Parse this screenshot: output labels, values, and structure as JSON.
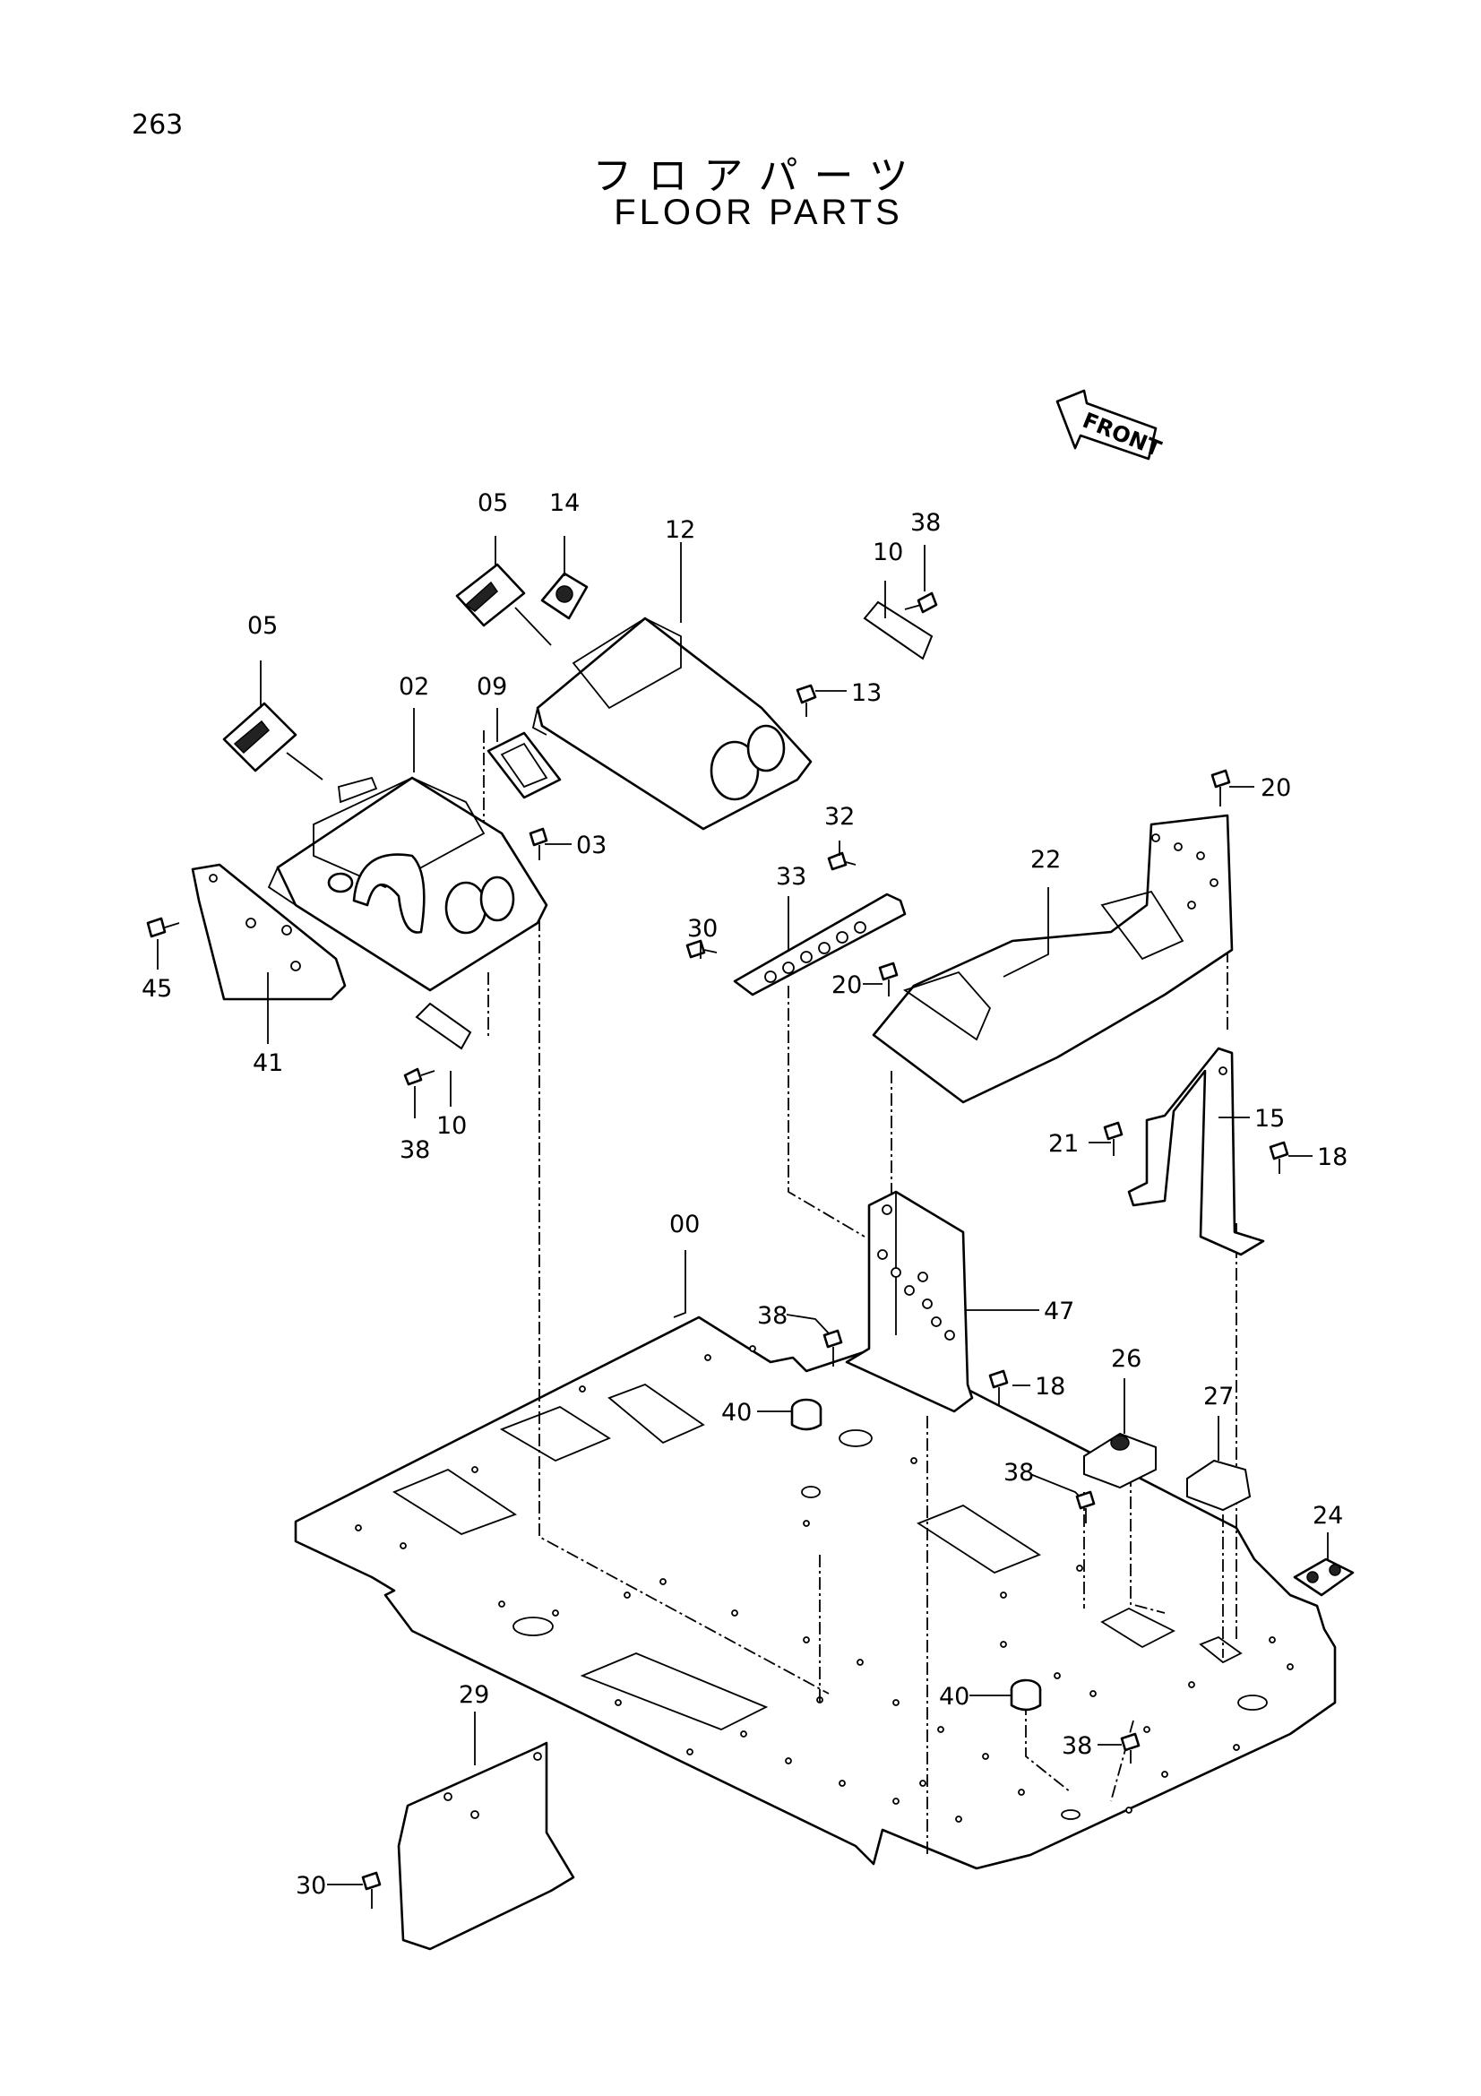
{
  "page_number": "263",
  "title_jp": "フロアパーツ",
  "title_en": "FLOOR PARTS",
  "front_label": "FRONT",
  "callouts": {
    "c05a": "05",
    "c14": "14",
    "c12": "12",
    "c38a": "38",
    "c10a": "10",
    "c13": "13",
    "c05b": "05",
    "c02": "02",
    "c09": "09",
    "c03": "03",
    "c45": "45",
    "c41": "41",
    "c10b": "10",
    "c38b": "38",
    "c32": "32",
    "c33": "33",
    "c30a": "30",
    "c20a": "20",
    "c22": "22",
    "c20b": "20",
    "c15": "15",
    "c21": "21",
    "c18a": "18",
    "c00": "00",
    "c38c": "38",
    "c47": "47",
    "c40a": "40",
    "c18b": "18",
    "c26": "26",
    "c27": "27",
    "c38d": "38",
    "c24": "24",
    "c40b": "40",
    "c38e": "38",
    "c29": "29",
    "c30b": "30"
  }
}
